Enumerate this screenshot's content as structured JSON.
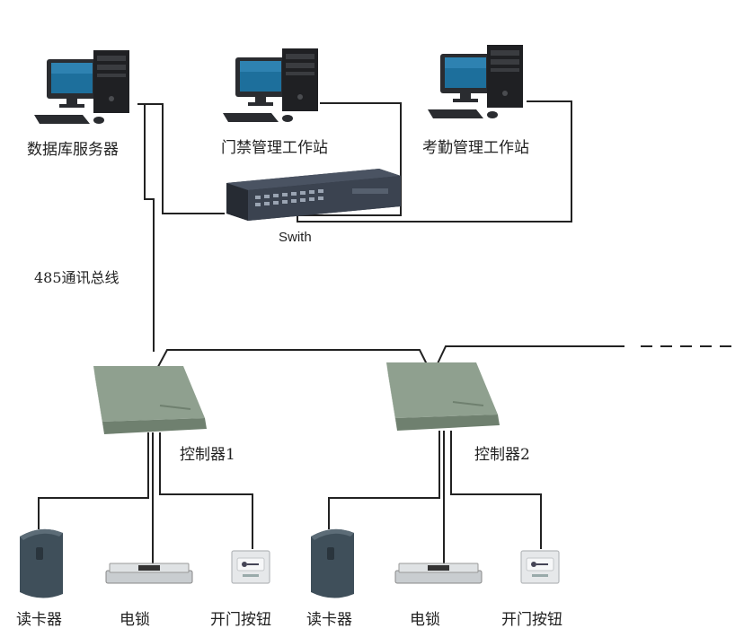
{
  "nodes": {
    "db_server": "数据库服务器",
    "access_station": "门禁管理工作站",
    "attendance_station": "考勤管理工作站",
    "switch": "Swith",
    "bus": "485通讯总线",
    "controller_1": "控制器1",
    "controller_2": "控制器2"
  },
  "groups": [
    {
      "reader": "读卡器",
      "lock": "电锁",
      "button": "开门按钮"
    },
    {
      "reader": "读卡器",
      "lock": "电锁",
      "button": "开门按钮"
    }
  ],
  "colors": {
    "line": "#222222",
    "monitor": "#2a2c30",
    "screen": "#1d6f9c",
    "tower": "#1f2023",
    "switch_body": "#3b4350",
    "controller_top": "#8fa08f",
    "controller_side": "#6f806f",
    "reader": "#3f4f5a",
    "lock": "#c9cdd0",
    "button_plate": "#e6e8ea"
  }
}
